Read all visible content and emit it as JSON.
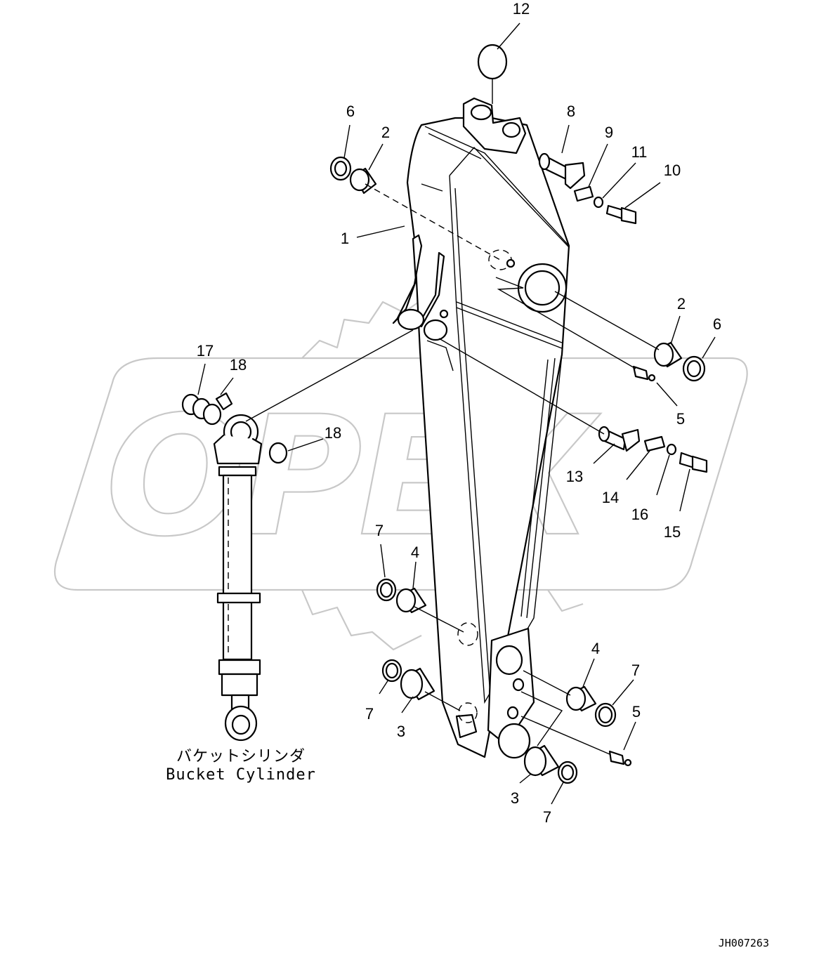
{
  "watermark": {
    "text": "OPEX"
  },
  "callouts": [
    {
      "id": "c12",
      "label": "12"
    },
    {
      "id": "c6a",
      "label": "6"
    },
    {
      "id": "c2a",
      "label": "2"
    },
    {
      "id": "c8",
      "label": "8"
    },
    {
      "id": "c9",
      "label": "9"
    },
    {
      "id": "c11",
      "label": "11"
    },
    {
      "id": "c10",
      "label": "10"
    },
    {
      "id": "c1",
      "label": "1"
    },
    {
      "id": "c2b",
      "label": "2"
    },
    {
      "id": "c6b",
      "label": "6"
    },
    {
      "id": "c5a",
      "label": "5"
    },
    {
      "id": "c17",
      "label": "17"
    },
    {
      "id": "c18a",
      "label": "18"
    },
    {
      "id": "c18b",
      "label": "18"
    },
    {
      "id": "c13",
      "label": "13"
    },
    {
      "id": "c14",
      "label": "14"
    },
    {
      "id": "c16",
      "label": "16"
    },
    {
      "id": "c15",
      "label": "15"
    },
    {
      "id": "c7a",
      "label": "7"
    },
    {
      "id": "c4a",
      "label": "4"
    },
    {
      "id": "c4b",
      "label": "4"
    },
    {
      "id": "c7b",
      "label": "7"
    },
    {
      "id": "c7c",
      "label": "7"
    },
    {
      "id": "c3a",
      "label": "3"
    },
    {
      "id": "c5b",
      "label": "5"
    },
    {
      "id": "c3b",
      "label": "3"
    },
    {
      "id": "c7d",
      "label": "7"
    }
  ],
  "caption": {
    "japanese": "バケットシリンダ",
    "english": "Bucket Cylinder"
  },
  "drawing_code": "JH007263"
}
